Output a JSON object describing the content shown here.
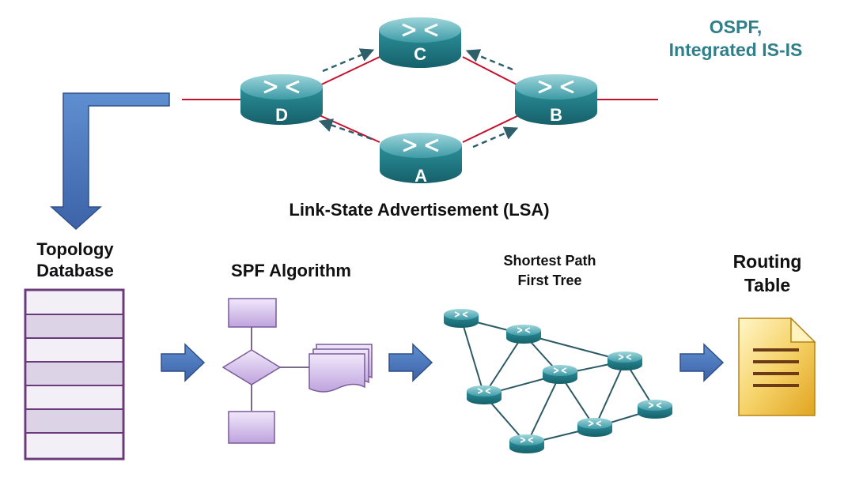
{
  "protocols": "OSPF,\nIntegrated IS-IS",
  "lsa_label": "Link-State Advertisement (LSA)",
  "routers": {
    "a": "A",
    "b": "B",
    "c": "C",
    "d": "D"
  },
  "stages": {
    "topology_database": "Topology\nDatabase",
    "spf_algorithm": "SPF Algorithm",
    "shortest_path_tree": "Shortest Path\nFirst Tree",
    "routing_table": "Routing\nTable"
  },
  "colors": {
    "router": "#2b8f9a",
    "link": "#c8102e",
    "arrow_blue": "#4a72b8",
    "protocol_text": "#2f7f8a",
    "db_border": "#6a3a7a",
    "flow_purple": "#cdb6e6",
    "document": "#f3c24a"
  },
  "icons": {
    "router": "router-icon",
    "database": "database-table-icon",
    "flowchart": "flowchart-icon",
    "tree": "network-tree-icon",
    "routing_table": "document-icon"
  }
}
